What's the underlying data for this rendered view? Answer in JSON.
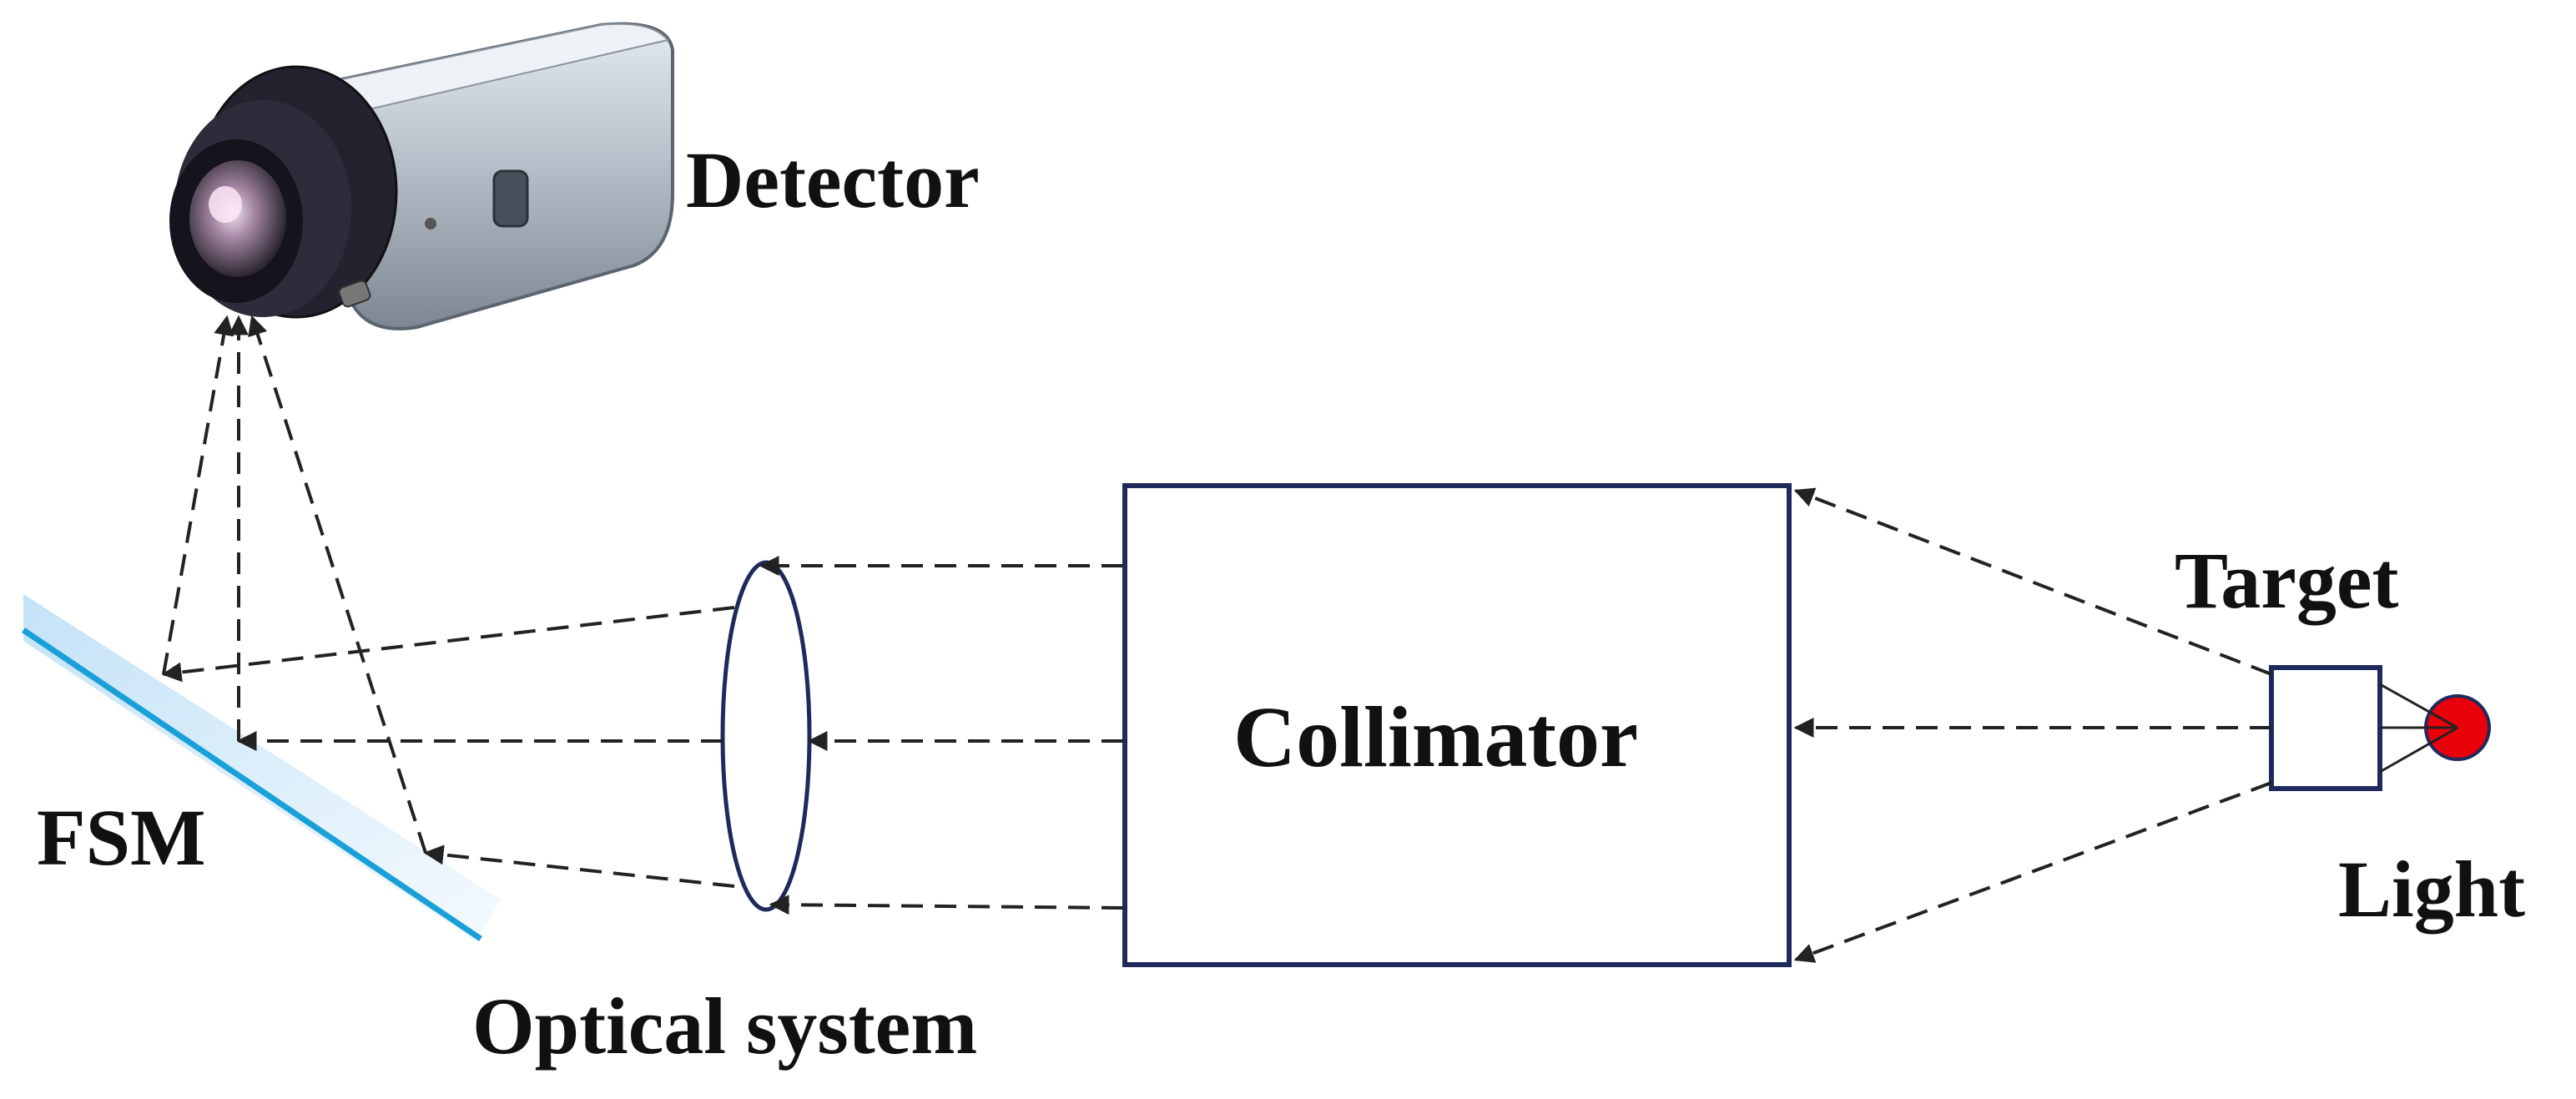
{
  "labels": {
    "detector": "Detector",
    "fsm": "FSM",
    "optical_system": "Optical system",
    "collimator": "Collimator",
    "target": "Target",
    "light": "Light"
  },
  "colors": {
    "line": "#1f2a5c",
    "dash": "#222222",
    "light_source": "#e8000b",
    "mirror_edge": "#1aa0d8",
    "mirror_fill": "#d6ecfa",
    "camera_body": "#b9c2cc",
    "camera_lens": "#1c1c28"
  }
}
